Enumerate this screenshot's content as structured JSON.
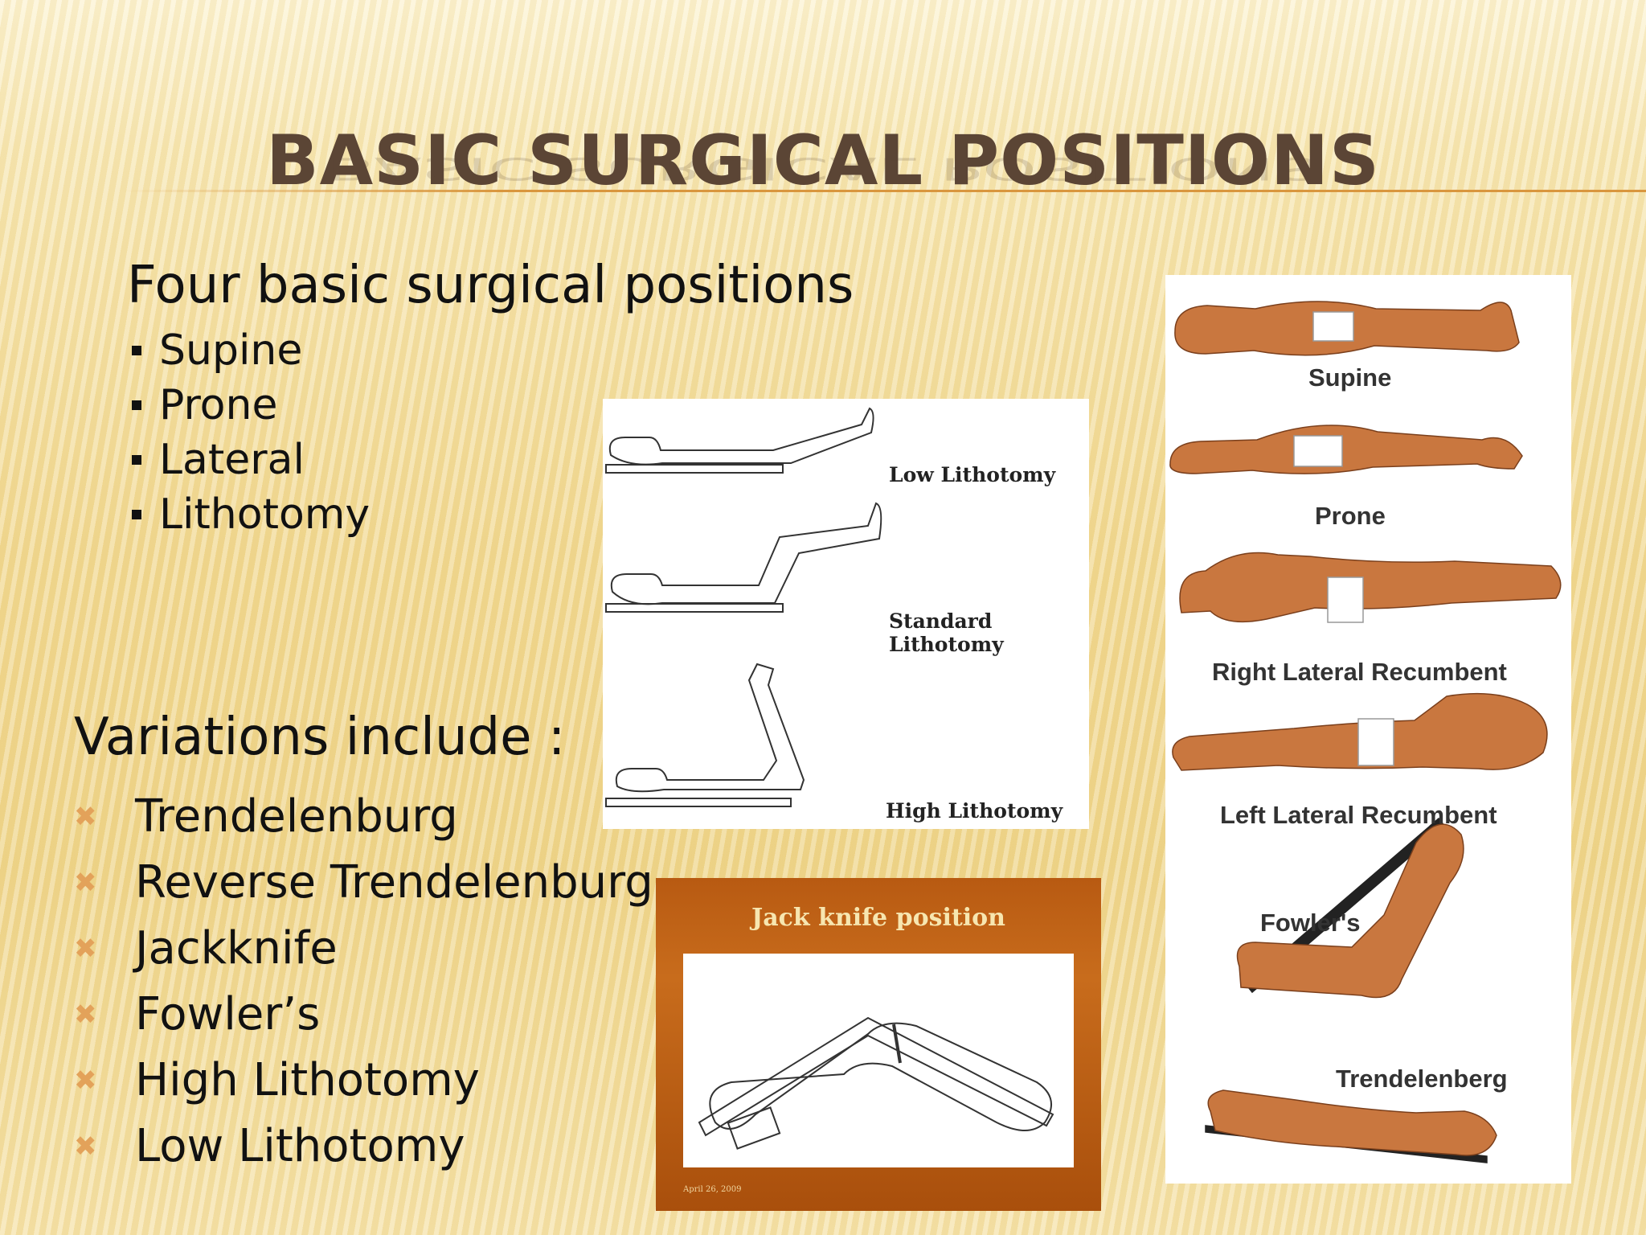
{
  "slide": {
    "title": "Basic Surgical Positions",
    "intro": "Four basic surgical positions",
    "basic_positions": [
      "Supine",
      "Prone",
      "Lateral",
      "Lithotomy"
    ],
    "variations_heading": "Variations include :",
    "variations": [
      "Trendelenburg",
      "Reverse Trendelenburg",
      "Jackknife",
      "Fowler’s",
      "High Lithotomy",
      "Low Lithotomy"
    ],
    "bullet_color": "#e3a25a",
    "accent_rule_color": "#d9963e"
  },
  "lithotomy_figure": {
    "labels": [
      "Low Lithotomy",
      "Standard Lithotomy",
      "High Lithotomy"
    ]
  },
  "jackknife_figure": {
    "title": "Jack knife position",
    "footer": "April 26, 2009"
  },
  "positions_figure": {
    "labels": [
      "Supine",
      "Prone",
      "Right Lateral Recumbent",
      "Left Lateral Recumbent",
      "Fowler's",
      "Trendelenberg"
    ],
    "skin_color": "#c9773f"
  }
}
